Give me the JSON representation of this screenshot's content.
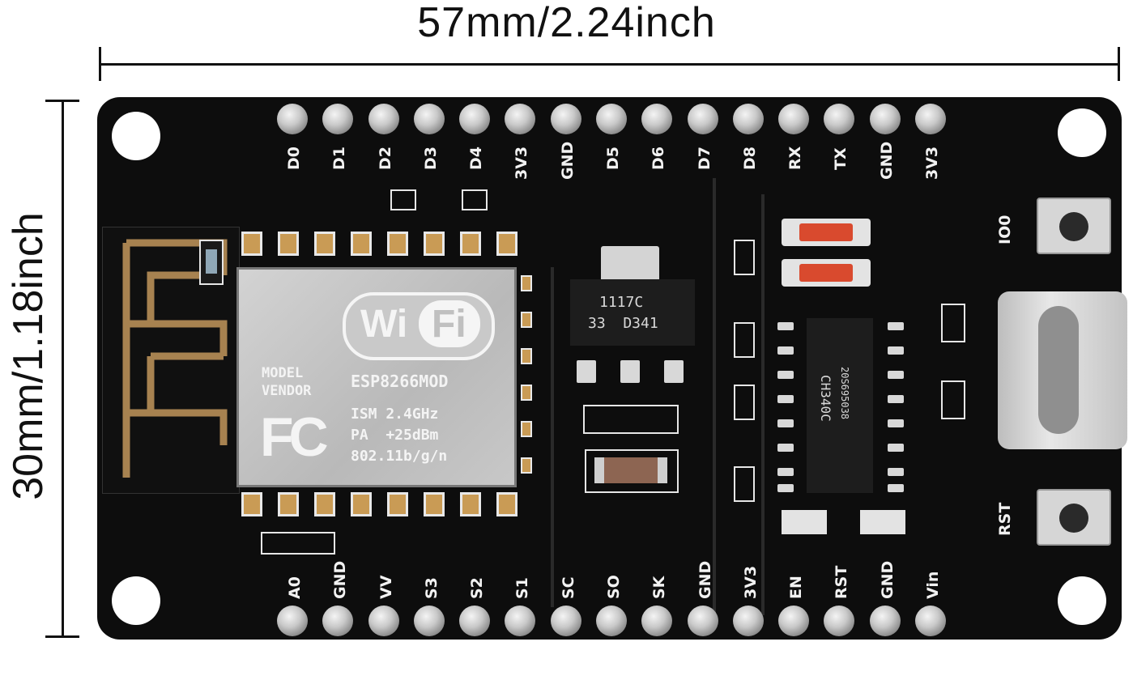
{
  "dimensions": {
    "width_label": "57mm/2.24inch",
    "height_label": "30mm/1.18inch"
  },
  "pins": {
    "top": [
      "D0",
      "D1",
      "D2",
      "D3",
      "D4",
      "3V3",
      "GND",
      "D5",
      "D6",
      "D7",
      "D8",
      "RX",
      "TX",
      "GND",
      "3V3"
    ],
    "bottom": [
      "A0",
      "GND",
      "VV",
      "S3",
      "S2",
      "S1",
      "SC",
      "SO",
      "SK",
      "GND",
      "3V3",
      "EN",
      "RST",
      "GND",
      "Vin"
    ]
  },
  "buttons": {
    "io0_label": "IO0",
    "rst_label": "RST"
  },
  "module": {
    "wifi_left": "Wi",
    "wifi_right": "Fi",
    "model_line": "MODEL",
    "vendor_line": "VENDOR",
    "fc_logo": "FC",
    "name": "ESP8266MOD",
    "ism": "ISM 2.4GHz",
    "pa": "PA  +25dBm",
    "standard": "802.11b/g/n"
  },
  "regulator": {
    "line1": "1117C",
    "line2": "33  D341"
  },
  "usb_chip": {
    "name": "CH340C",
    "code": "20S695038"
  },
  "colors": {
    "board": "#0d0d0d",
    "pad_gold": "#c99b55",
    "silkscreen": "#f2f2f2"
  }
}
